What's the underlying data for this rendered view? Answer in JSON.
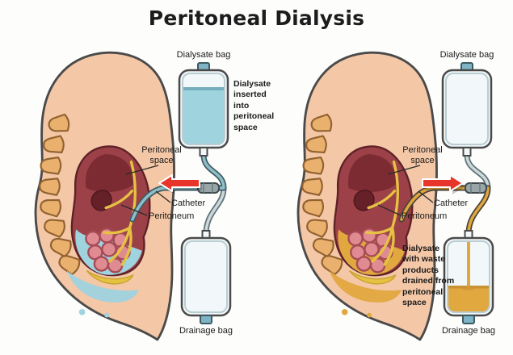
{
  "title": "Peritoneal Dialysis",
  "colors": {
    "skin": "#f4c7a6",
    "outline": "#4a4a4a",
    "dialysate_fluid": "#9fd3de",
    "waste_fluid": "#e0a83e",
    "arrow_red": "#e8352b",
    "cavity": "#9c4147",
    "membrane_yellow": "#e6c243",
    "tube_teal": "#8fbec9",
    "tube_gray": "#cdd8da"
  },
  "left_panel": {
    "dialysate_bag_label": "Dialysate bag",
    "flow_note": "Dialysate inserted into peritoneal space",
    "peritoneal_space_label": "Peritoneal space",
    "catheter_label": "Catheter",
    "peritoneum_label": "Peritoneum",
    "drainage_bag_label": "Drainage bag"
  },
  "right_panel": {
    "dialysate_bag_label": "Dialysate bag",
    "peritoneal_space_label": "Peritoneal space",
    "catheter_label": "Catheter",
    "peritoneum_label": "Peritoneum",
    "flow_note": "Dialysate with waste products drained from peritoneal space",
    "drainage_bag_label": "Drainage bag"
  }
}
